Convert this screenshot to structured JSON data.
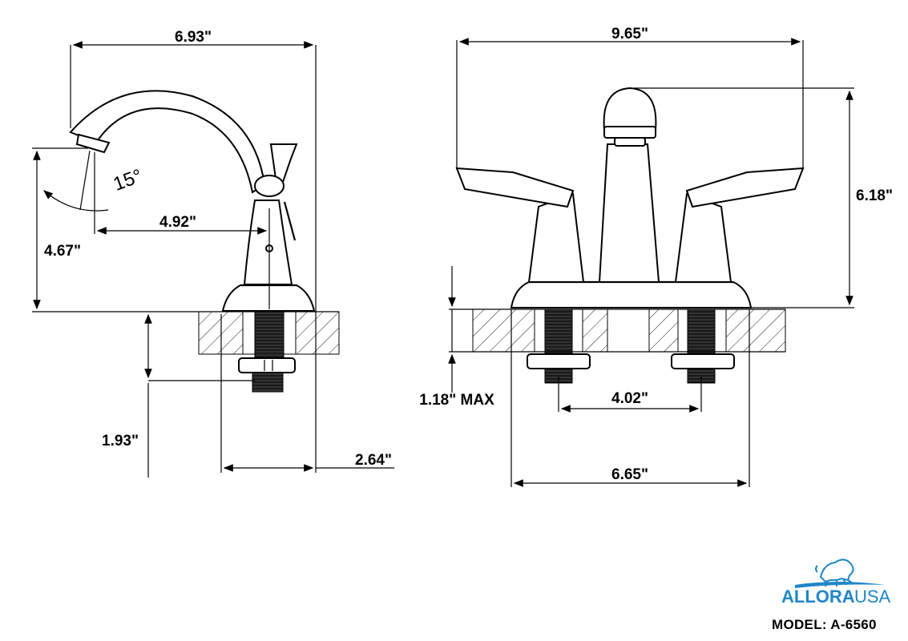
{
  "side_view": {
    "dims": {
      "width_total": "6.93\"",
      "spout_reach": "4.92\"",
      "height": "4.67\"",
      "shank_length": "1.93\"",
      "base_width": "2.64\"",
      "angle": "15°"
    }
  },
  "front_view": {
    "dims": {
      "width_total": "9.65\"",
      "height": "6.18\"",
      "deck_thickness": "1.18\" MAX",
      "center_spread": "4.02\"",
      "base_width": "6.65\""
    }
  },
  "brand": {
    "name_part1": "ALLORA",
    "name_part2": "USA",
    "accent_color": "#1f86c8"
  },
  "model_label": "MODEL: A-6560"
}
